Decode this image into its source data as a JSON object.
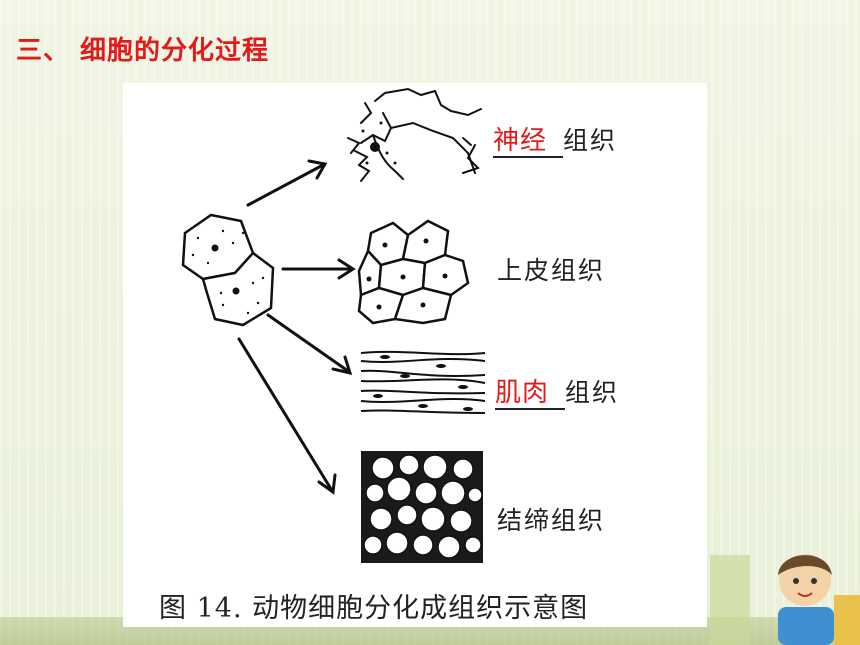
{
  "heading": "三、 细胞的分化过程",
  "tissues": {
    "nerve": {
      "answer": "神经",
      "suffix": "组织"
    },
    "epithelial": {
      "label": "上皮组织"
    },
    "muscle": {
      "answer": "肌肉",
      "suffix": "组织"
    },
    "connective": {
      "label": "结缔组织"
    }
  },
  "caption": "图 14. 动物细胞分化成组织示意图",
  "colors": {
    "accent": "#e21a1a",
    "text": "#222222",
    "background": "#eef3e0"
  }
}
